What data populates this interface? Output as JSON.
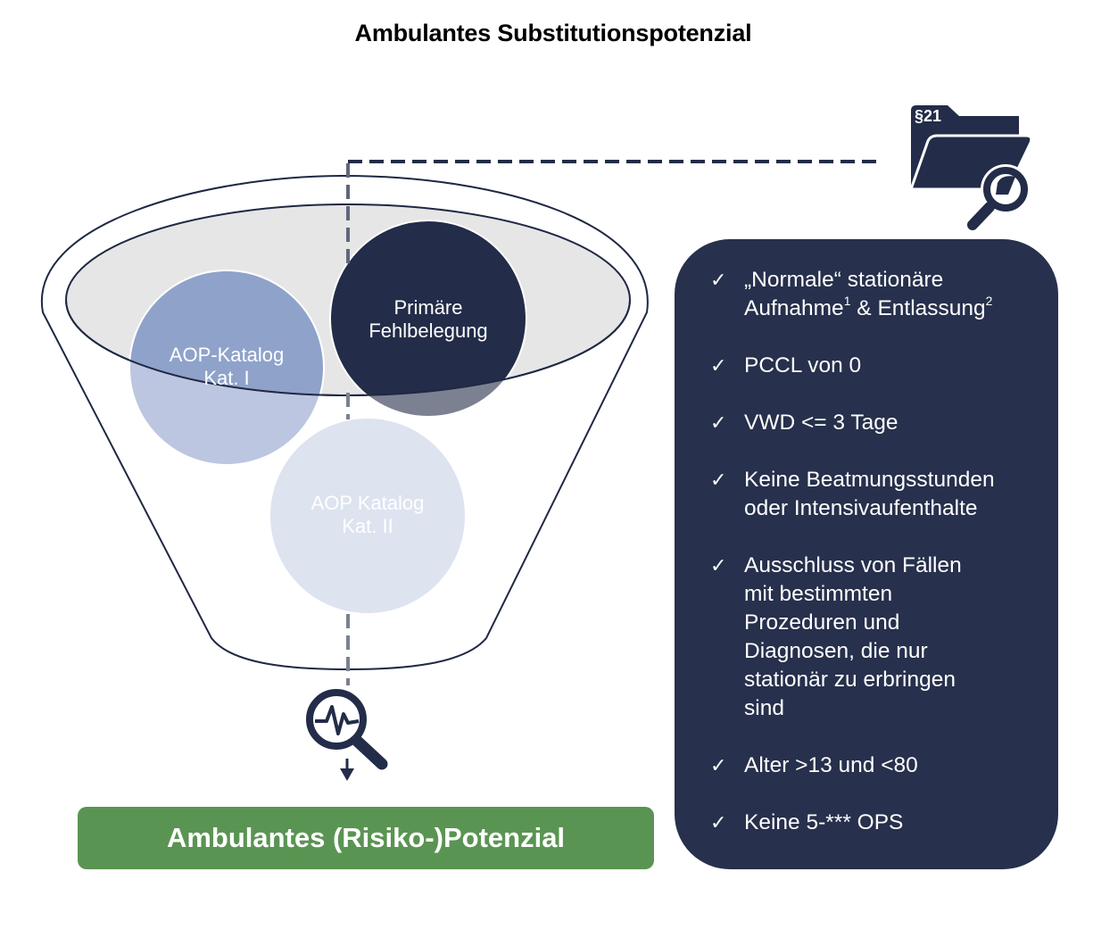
{
  "header": {
    "title": "Ambulantes Substitutionspotenzial"
  },
  "funnel": {
    "circles": [
      {
        "id": "aop-kat-1",
        "line1": "AOP-Katalog",
        "line2": "Kat. I",
        "color": "#8fa2ca"
      },
      {
        "id": "primaere-fehlbelegung",
        "line1": "Primäre",
        "line2": "Fehlbelegung",
        "color": "#232c48"
      },
      {
        "id": "aop-kat-2",
        "line1": "AOP Katalog",
        "line2": "Kat. II",
        "color": "#dde3ef"
      }
    ],
    "rim_fill": "#e6e6e6",
    "outline_color": "#1f2843"
  },
  "icons": {
    "folder": {
      "name": "folder-search-icon",
      "label": "§21"
    },
    "analysis": {
      "name": "magnifier-pulse-icon"
    },
    "arrow": {
      "name": "arrow-down-icon"
    }
  },
  "criteria": {
    "check_glyph": "✓",
    "items": [
      {
        "text": "„Normale“ stationäre",
        "text2a": "Aufnahme",
        "sup1": "1",
        "text2b": " & Entlassung",
        "sup2": "2"
      },
      {
        "text": "PCCL von 0"
      },
      {
        "text": "VWD <= 3 Tage"
      },
      {
        "text": "Keine Beatmungsstunden oder Intensivaufenthalte"
      },
      {
        "text": "Ausschluss von Fällen mit bestimmten Prozeduren und Diagnosen, die nur stationär zu erbringen sind"
      },
      {
        "text": "Alter >13 und <80"
      },
      {
        "text": "Keine 5-*** OPS"
      }
    ],
    "panel_color": "#27304c"
  },
  "result": {
    "label": "Ambulantes (Risiko-)Potenzial",
    "color": "#5a9452"
  }
}
